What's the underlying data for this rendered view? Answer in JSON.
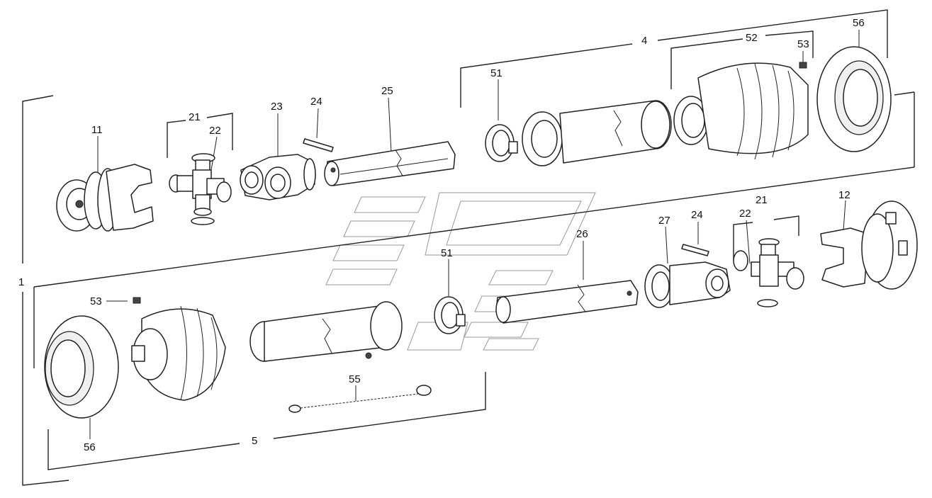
{
  "diagram": {
    "callouts": {
      "c1": "1",
      "c4": "4",
      "c5": "5",
      "c11": "11",
      "c12": "12",
      "c21a": "21",
      "c21b": "21",
      "c22a": "22",
      "c22b": "22",
      "c23": "23",
      "c24a": "24",
      "c24b": "24",
      "c25": "25",
      "c26": "26",
      "c27": "27",
      "c51a": "51",
      "c51b": "51",
      "c52": "52",
      "c53a": "53",
      "c53b": "53",
      "c55": "55",
      "c56a": "56",
      "c56b": "56"
    }
  }
}
